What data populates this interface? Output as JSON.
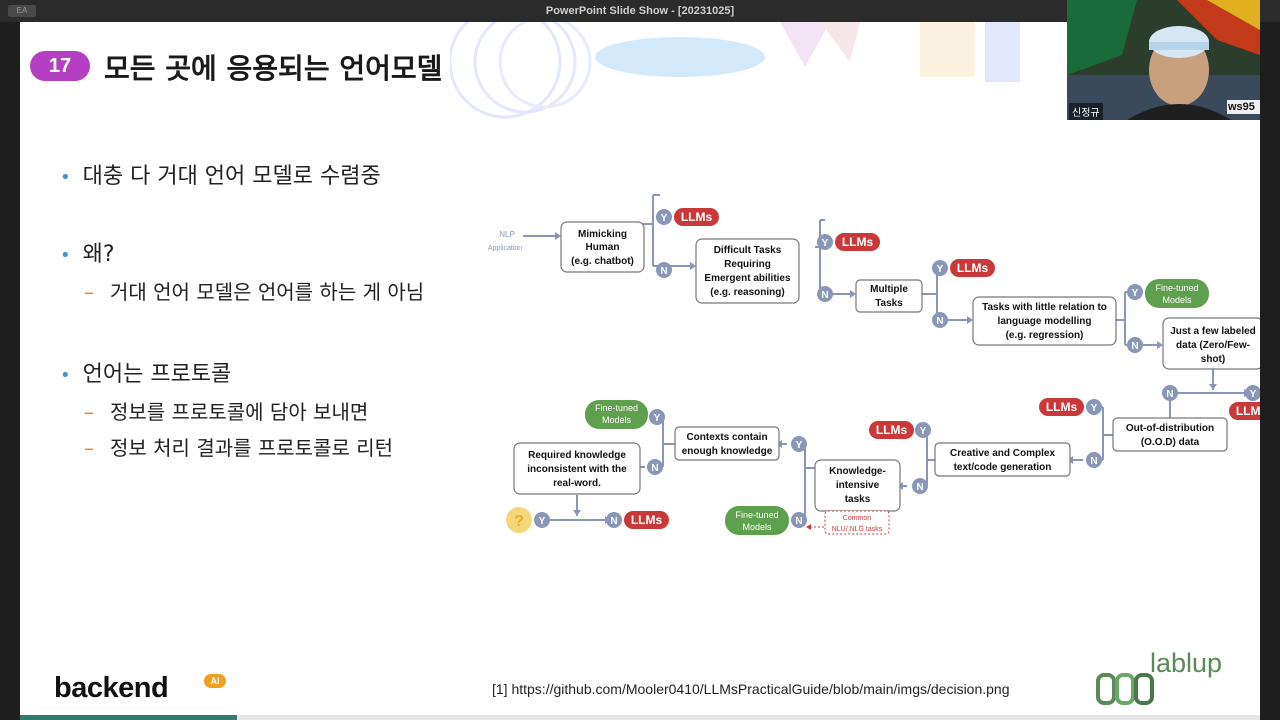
{
  "window": {
    "title": "PowerPoint Slide Show - [20231025]",
    "left_button": "EA"
  },
  "slide": {
    "number": "17",
    "title": "모든 곳에 응용되는 언어모델",
    "bullets": [
      {
        "text": "대충 다 거대 언어 모델로 수렴중",
        "subs": []
      },
      {
        "text": "왜?",
        "subs": [
          "거대 언어 모델은 언어를 하는 게 아님"
        ]
      },
      {
        "text": "언어는 프로토콜",
        "subs": [
          "정보를 프로토콜에 담아 보내면",
          "정보 처리 결과를 프로토콜로 리턴"
        ]
      }
    ],
    "reference": "[1] https://github.com/Mooler0410/LLMsPracticalGuide/blob/main/imgs/decision.png",
    "logo_left": "backend",
    "logo_left_badge": "AI",
    "logo_right": "lablup",
    "progress": 0.175
  },
  "diagram": {
    "start_label_1": "NLP",
    "start_label_2": "Application",
    "y": "Y",
    "n": "N",
    "llms": "LLMs",
    "fine_tuned_1": "Fine-tuned",
    "fine_tuned_2": "Models",
    "q_mark": "?",
    "common_1": "Common",
    "common_2": "NLU/ NLG tasks",
    "nodes": {
      "mimicking": [
        "Mimicking",
        "Human",
        "(e.g. chatbot)"
      ],
      "difficult": [
        "Difficult Tasks",
        "Requiring",
        "Emergent abilities",
        "(e.g. reasoning)"
      ],
      "multiple": [
        "Multiple",
        "Tasks"
      ],
      "little": [
        "Tasks with little relation to",
        "language modelling",
        "(e.g. regression)"
      ],
      "few": [
        "Just a few labeled",
        "data (Zero/Few-",
        "shot)"
      ],
      "ood": [
        "Out-of-distribution",
        "(O.O.D) data"
      ],
      "creative": [
        "Creative and Complex",
        "text/code generation"
      ],
      "knowledge": [
        "Knowledge-",
        "intensive",
        "tasks"
      ],
      "contexts": [
        "Contexts contain",
        "enough knowledge"
      ],
      "required": [
        "Required knowledge",
        "inconsistent with the",
        "real-word."
      ]
    }
  },
  "webcam": {
    "name": "신정규",
    "corner_text": "ws95"
  }
}
